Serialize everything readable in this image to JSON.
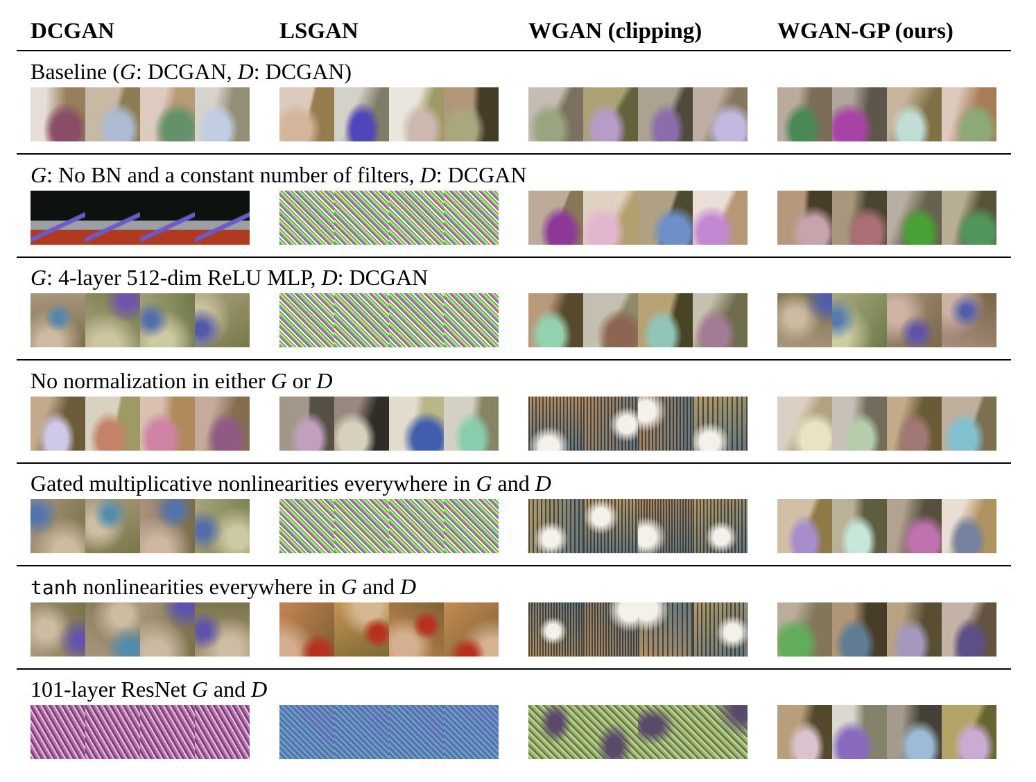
{
  "columns": [
    "DCGAN",
    "LSGAN",
    "WGAN (clipping)",
    "WGAN-GP (ours)"
  ],
  "rows": [
    {
      "parts": [
        {
          "t": "Baseline ("
        },
        {
          "t": "G",
          "i": true
        },
        {
          "t": ": DCGAN, "
        },
        {
          "t": "D",
          "i": true
        },
        {
          "t": ": DCGAN)"
        }
      ],
      "cells": [
        "realistic",
        "realistic",
        "realistic",
        "realistic"
      ]
    },
    {
      "parts": [
        {
          "t": "G",
          "i": true
        },
        {
          "t": ": No BN and a constant number of filters, "
        },
        {
          "t": "D",
          "i": true
        },
        {
          "t": ": DCGAN"
        }
      ],
      "cells": [
        "collapsed",
        "noise",
        "realistic",
        "realistic"
      ]
    },
    {
      "parts": [
        {
          "t": "G",
          "i": true
        },
        {
          "t": ": 4-layer 512-dim ReLU MLP, "
        },
        {
          "t": "D",
          "i": true
        },
        {
          "t": ": DCGAN"
        }
      ],
      "cells": [
        "blurry",
        "noise",
        "realistic",
        "blurry"
      ]
    },
    {
      "parts": [
        {
          "t": "No normalization in either "
        },
        {
          "t": "G",
          "i": true
        },
        {
          "t": " or "
        },
        {
          "t": "D",
          "i": true
        }
      ],
      "cells": [
        "realistic",
        "realistic",
        "artifact",
        "realistic"
      ]
    },
    {
      "parts": [
        {
          "t": "Gated multiplicative nonlinearities everywhere in "
        },
        {
          "t": "G",
          "i": true
        },
        {
          "t": " and "
        },
        {
          "t": "D",
          "i": true
        }
      ],
      "cells": [
        "blurry",
        "noise",
        "artifact",
        "realistic"
      ]
    },
    {
      "parts": [
        {
          "t": "tanh",
          "m": true
        },
        {
          "t": " nonlinearities everywhere in "
        },
        {
          "t": "G",
          "i": true
        },
        {
          "t": " and "
        },
        {
          "t": "D",
          "i": true
        }
      ],
      "cells": [
        "blurry",
        "painterly",
        "artifact",
        "realistic"
      ]
    },
    {
      "parts": [
        {
          "t": "101-layer ResNet "
        },
        {
          "t": "G",
          "i": true
        },
        {
          "t": " and "
        },
        {
          "t": "D",
          "i": true
        }
      ],
      "cells": [
        "pinknoise",
        "bluenoise",
        "greennoise",
        "realistic"
      ]
    }
  ],
  "colors": {
    "rule": "#000000",
    "text": "#000000",
    "background": "#ffffff"
  }
}
